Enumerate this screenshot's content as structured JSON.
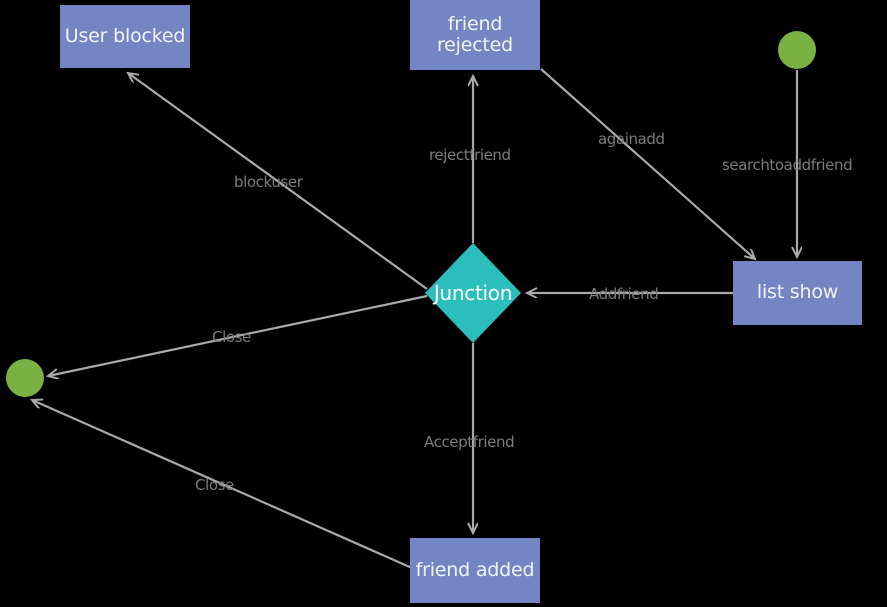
{
  "diagram": {
    "type": "state-diagram",
    "title": "",
    "background": "#000000",
    "colors": {
      "state_fill": "#7485c4",
      "state_text": "#f2f4fb",
      "junction_fill": "#2cbdbd",
      "junction_text": "#ffffff",
      "terminal_fill": "#7ab143",
      "edge_line": "#a9a9a9",
      "edge_label": "#7c7c7c"
    },
    "nodes": {
      "user_blocked": {
        "label": "User blocked",
        "shape": "rectangle"
      },
      "friend_rejected_line1": "friend",
      "friend_rejected_line2": "rejected",
      "list_show": {
        "label": "list show",
        "shape": "rectangle"
      },
      "friend_added": {
        "label": "friend added",
        "shape": "rectangle"
      },
      "junction": {
        "label": "Junction",
        "shape": "diamond"
      },
      "start": {
        "label": "",
        "shape": "circle"
      },
      "end": {
        "label": "",
        "shape": "circle"
      }
    },
    "edges": [
      {
        "id": "e1",
        "from": "start",
        "to": "list show",
        "label": "search to add friend"
      },
      {
        "id": "e2",
        "from": "list show",
        "to": "Junction",
        "label": "Add friend"
      },
      {
        "id": "e3",
        "from": "Junction",
        "to": "friend rejected",
        "label": "reject friend"
      },
      {
        "id": "e4",
        "from": "friend rejected",
        "to": "list show",
        "label": "again add"
      },
      {
        "id": "e5",
        "from": "Junction",
        "to": "User blocked",
        "label": "block user"
      },
      {
        "id": "e6",
        "from": "Junction",
        "to": "end",
        "label": "Close"
      },
      {
        "id": "e7",
        "from": "friend added",
        "to": "end",
        "label": "Close"
      },
      {
        "id": "e8",
        "from": "Junction",
        "to": "friend added",
        "label": "Accept friend"
      }
    ],
    "edge_labels": {
      "blockuser": "blockuser",
      "rejectfriend": "rejectfriend",
      "againadd": "againadd",
      "searchtoaddfriend": "searchtoaddfriend",
      "addfriend": "Addfriend",
      "close_upper": "Close",
      "close_lower": "Close",
      "acceptfriend": "Acceptfriend"
    }
  }
}
